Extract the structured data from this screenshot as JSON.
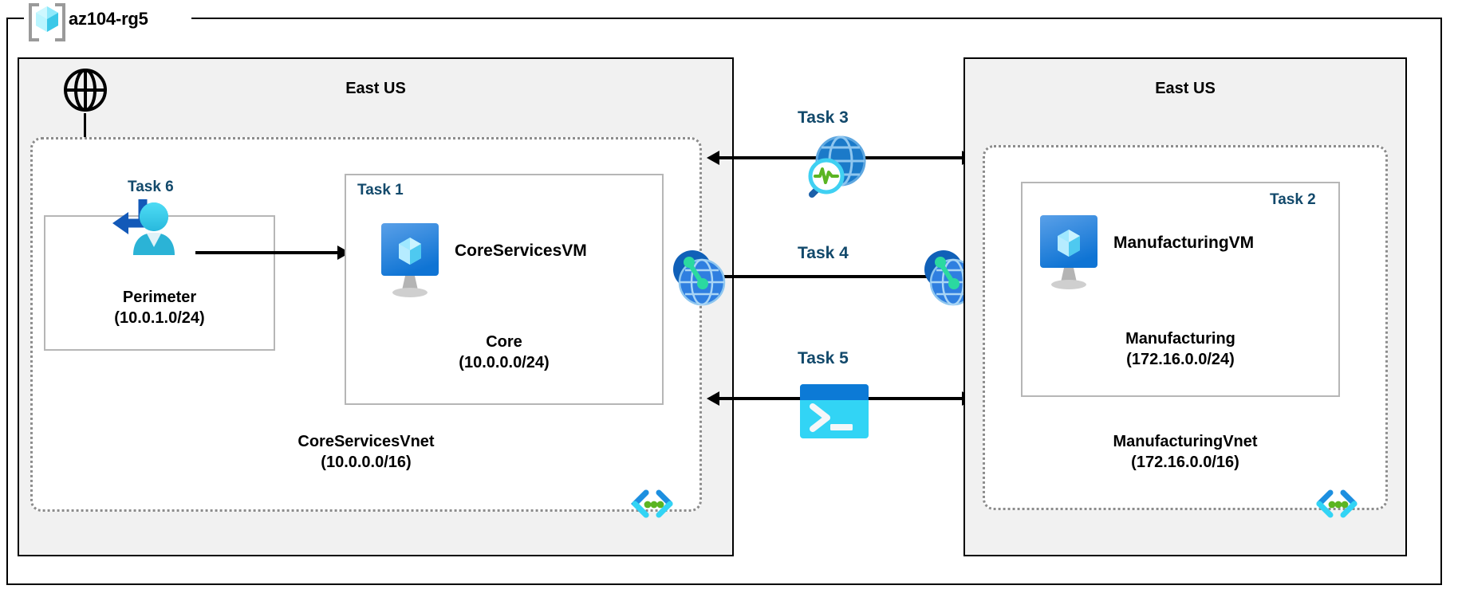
{
  "resource_group": {
    "name": "az104-rg5",
    "icon": "resource-group-cube-icon"
  },
  "regions": [
    {
      "id": "left",
      "title": "East US"
    },
    {
      "id": "right",
      "title": "East US"
    }
  ],
  "vnets": [
    {
      "id": "coreservices",
      "name": "CoreServicesVnet",
      "cidr": "(10.0.0.0/16)",
      "icon": "subnet-code-icon"
    },
    {
      "id": "manufacturing",
      "name": "ManufacturingVnet",
      "cidr": "(172.16.0.0/16)",
      "icon": "subnet-code-icon"
    }
  ],
  "subnets": [
    {
      "id": "perimeter",
      "task": "Task 6",
      "name": "Perimeter",
      "cidr": "(10.0.1.0/24)",
      "icon": "azure-bastion-user-icon"
    },
    {
      "id": "core",
      "task": "Task 1",
      "name": "Core",
      "cidr": "(10.0.0.0/24)",
      "vm": "CoreServicesVM",
      "icon": "virtual-machine-icon"
    },
    {
      "id": "manufacturing-subnet",
      "task": "Task 2",
      "name": "Manufacturing",
      "cidr": "(172.16.0.0/24)",
      "vm": "ManufacturingVM",
      "icon": "virtual-machine-icon"
    }
  ],
  "center_tasks": [
    {
      "id": "task3",
      "label": "Task 3",
      "icon": "network-watcher-icon"
    },
    {
      "id": "task4",
      "label": "Task 4",
      "icon": "vnet-peering-icon"
    },
    {
      "id": "task5",
      "label": "Task 5",
      "icon": "cloud-shell-icon"
    }
  ],
  "internet": {
    "icon": "internet-globe-icon"
  },
  "peering_endpoints": [
    {
      "id": "peer-left",
      "icon": "vnet-peering-icon"
    },
    {
      "id": "peer-right",
      "icon": "vnet-peering-icon"
    }
  ],
  "colors": {
    "task_label": "#12496b",
    "region_fill": "#f1f1f1",
    "vnet_border": "#8c8c8c",
    "subnet_border": "#b6b6b6",
    "azure_blue": "#0078d4",
    "azure_cyan": "#32d4f5",
    "peering_green": "#2bd9a0",
    "watcher_green": "#5bb522"
  }
}
